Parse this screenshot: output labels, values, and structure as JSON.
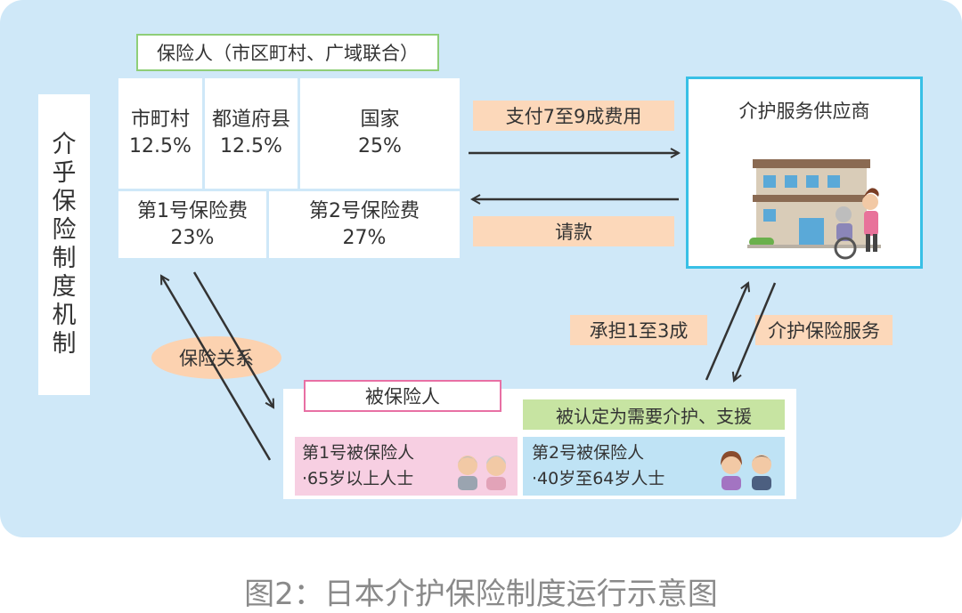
{
  "system_title": [
    "介",
    "乎",
    "保",
    "险",
    "制",
    "度",
    "机",
    "制"
  ],
  "insurer": {
    "label": "保险人（市区町村、广域联合）",
    "funding": [
      {
        "name": "市町村",
        "pct": "12.5%"
      },
      {
        "name": "都道府县",
        "pct": "12.5%"
      },
      {
        "name": "国家",
        "pct": "25%"
      },
      {
        "name": "第1号保险费",
        "pct": "23%"
      },
      {
        "name": "第2号保险费",
        "pct": "27%"
      }
    ]
  },
  "flows": {
    "pay": "支付7至9成费用",
    "claim": "请款",
    "copay": "承担1至3成",
    "service": "介护保险服务",
    "relation": "保险关系"
  },
  "provider": {
    "title": "介护服务供应商"
  },
  "insured": {
    "label": "被保险人",
    "certified": "被认定为需要介护、支援",
    "groups": [
      {
        "title": "第1号被保险人",
        "desc": "·65岁以上人士"
      },
      {
        "title": "第2号被保险人",
        "desc": "·40岁至64岁人士"
      }
    ]
  },
  "caption": "图2：日本介护保险制度运行示意图",
  "colors": {
    "background": "#cfe8f8",
    "highlight": "#fcd8ba",
    "certified": "#c7e4a2",
    "insured1": "#f7cfe2",
    "insured2": "#bfe3f5",
    "provider_border": "#38c0e6",
    "insurer_border": "#8fce78",
    "insured_border": "#e870a4"
  }
}
